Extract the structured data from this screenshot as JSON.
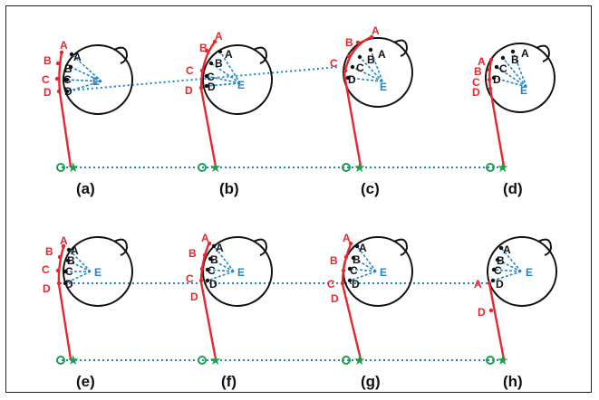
{
  "colors": {
    "red": "#e8262d",
    "blue": "#1f86c8",
    "green": "#1aa04a",
    "ink": "#111111"
  },
  "point_labels": {
    "A": "A",
    "B": "B",
    "C": "C",
    "D": "D",
    "E": "E"
  },
  "panels": [
    {
      "id": "a",
      "caption": "(a)"
    },
    {
      "id": "b",
      "caption": "(b)"
    },
    {
      "id": "c",
      "caption": "(c)"
    },
    {
      "id": "d",
      "caption": "(d)"
    },
    {
      "id": "e",
      "caption": "(e)"
    },
    {
      "id": "f",
      "caption": "(f)"
    },
    {
      "id": "g",
      "caption": "(g)"
    },
    {
      "id": "h",
      "caption": "(h)"
    }
  ]
}
